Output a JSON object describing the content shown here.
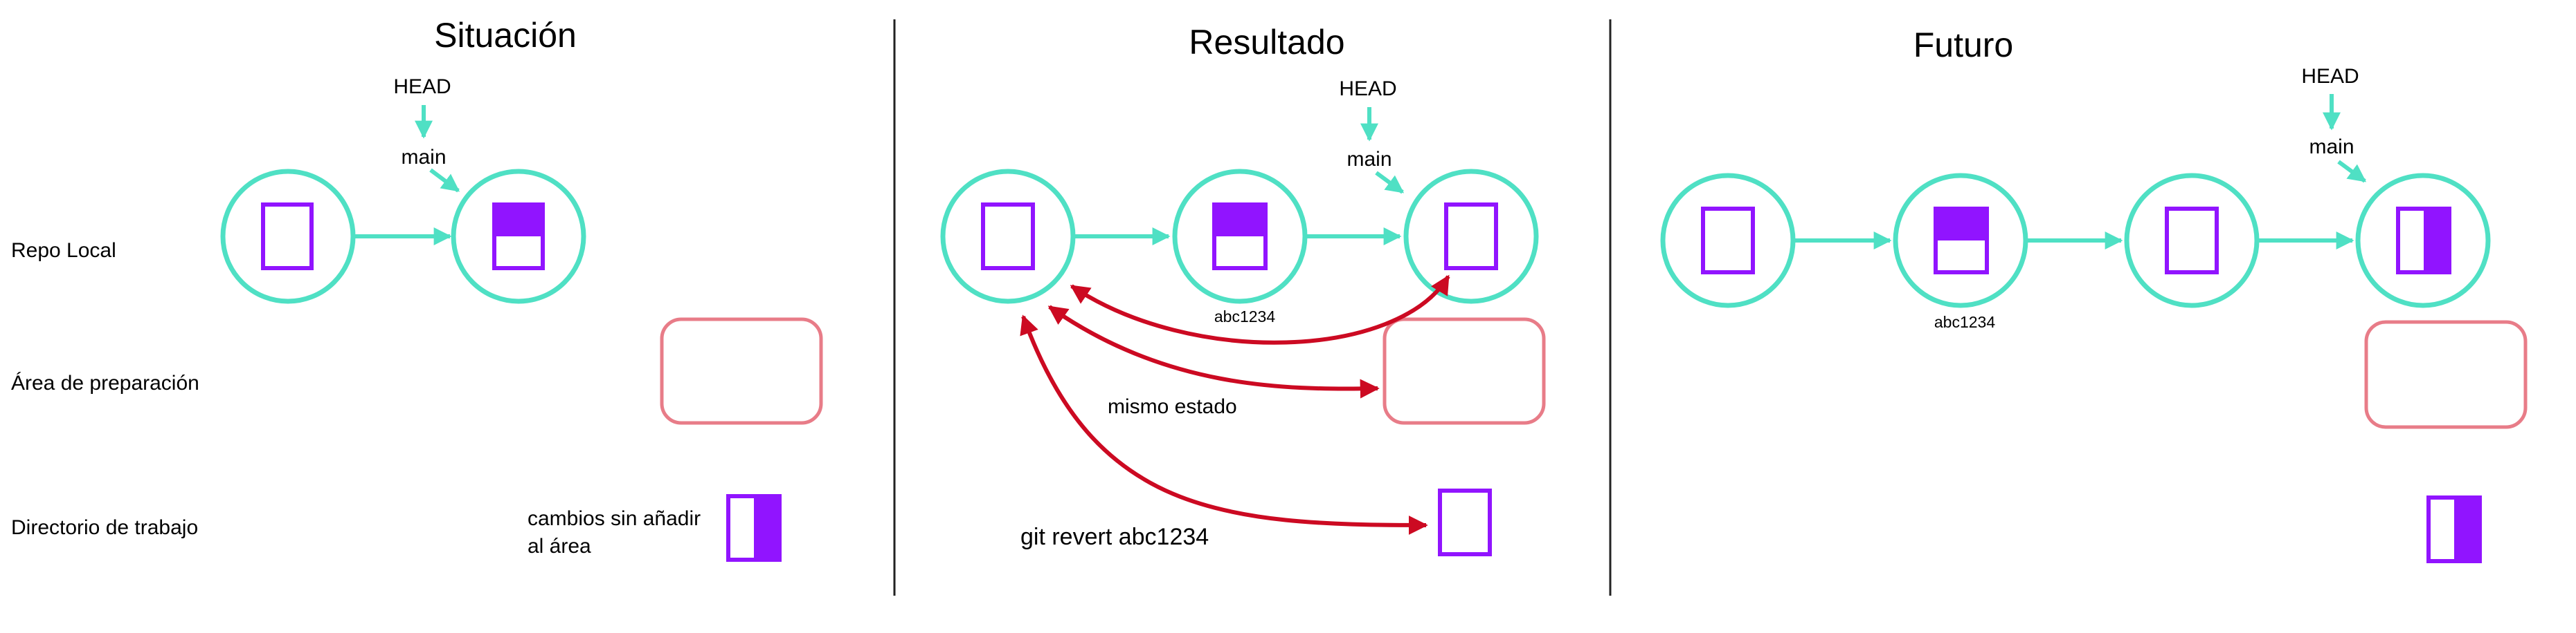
{
  "panels": {
    "situacion": {
      "title": "Situación",
      "head": "HEAD",
      "branch": "main",
      "working_note_line1": "cambios sin añadir",
      "working_note_line2": "al área"
    },
    "resultado": {
      "title": "Resultado",
      "head": "HEAD",
      "branch": "main",
      "commit_hash": "abc1234",
      "same_state": "mismo estado",
      "command": "git revert abc1234"
    },
    "futuro": {
      "title": "Futuro",
      "head": "HEAD",
      "branch": "main",
      "commit_hash": "abc1234"
    }
  },
  "rows": {
    "repo": "Repo Local",
    "staging": "Área de preparación",
    "working": "Directorio de trabajo"
  },
  "colors": {
    "teal": "#4fe0c4",
    "purple": "#9114ff",
    "pink": "#e87c88",
    "red": "#cc0a22",
    "divider": "#222222"
  }
}
